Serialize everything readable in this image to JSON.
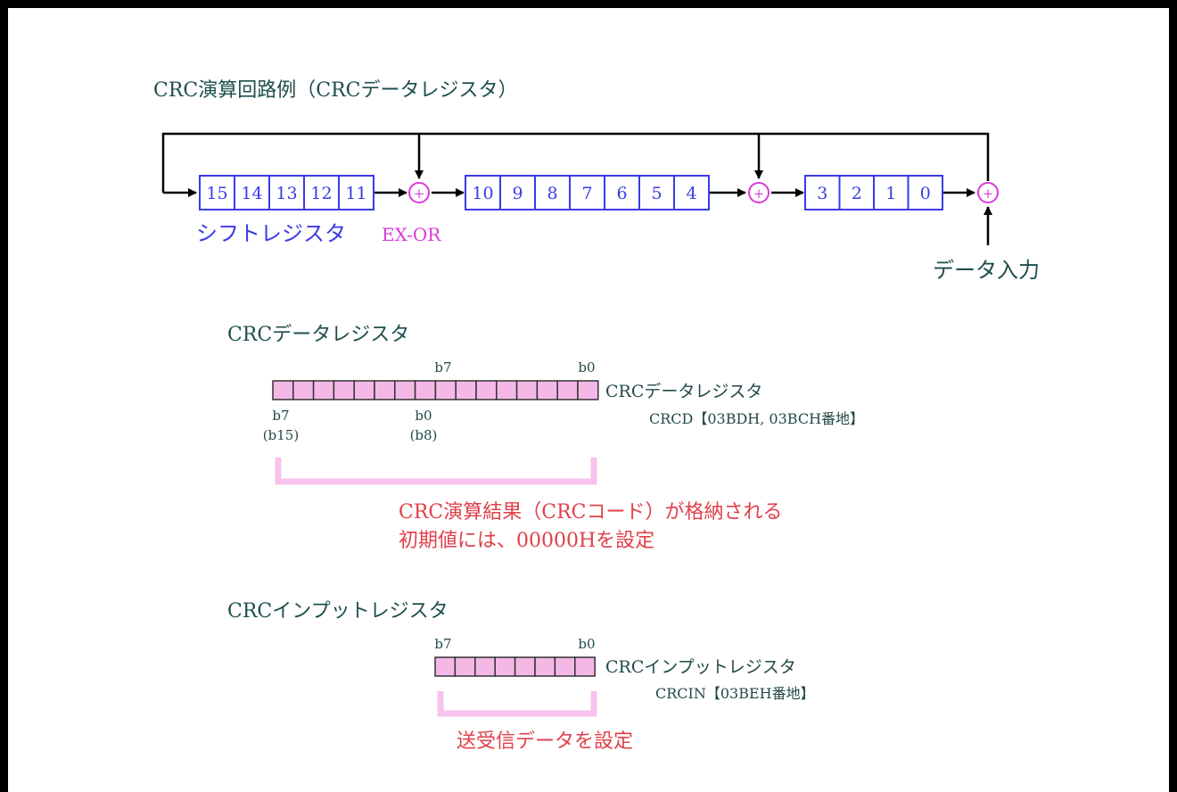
{
  "diagram": {
    "title": "CRC演算回路例（CRCデータレジスタ）",
    "shift_register": {
      "group1": [
        "15",
        "14",
        "13",
        "12",
        "11"
      ],
      "group2": [
        "10",
        "9",
        "8",
        "7",
        "6",
        "5",
        "4"
      ],
      "group3": [
        "3",
        "2",
        "1",
        "0"
      ],
      "label": "シフトレジスタ",
      "xor_label": "EX-OR",
      "xor_symbol": "+",
      "input_label": "データ入力"
    },
    "crc_data_register": {
      "heading": "CRCデータレジスタ",
      "bit_high_label": "b7",
      "bit_low_label": "b0",
      "low_byte_b7": "b7",
      "low_byte_b7_alt": "(b15)",
      "low_byte_b0": "b0",
      "low_byte_b0_alt": "(b8)",
      "name": "CRCデータレジスタ",
      "address": "CRCD【03BDH, 03BCH番地】",
      "cell_count": 16,
      "note_line1": "CRC演算結果（CRCコード）が格納される",
      "note_line2": "初期値には、00000Hを設定"
    },
    "crc_input_register": {
      "heading": "CRCインプットレジスタ",
      "bit_high_label": "b7",
      "bit_low_label": "b0",
      "name": "CRCインプットレジスタ",
      "address": "CRCIN【03BEH番地】",
      "cell_count": 8,
      "note": "送受信データを設定"
    },
    "colors": {
      "shift_cell_border": "#3a3ae8",
      "shift_text": "#3a3ae8",
      "xor": "#d93ad9",
      "register_fill": "#f5b8e6",
      "bracket": "#f7c3ec",
      "note_text": "#e0404a",
      "heading_text": "#1f4e4e"
    }
  }
}
